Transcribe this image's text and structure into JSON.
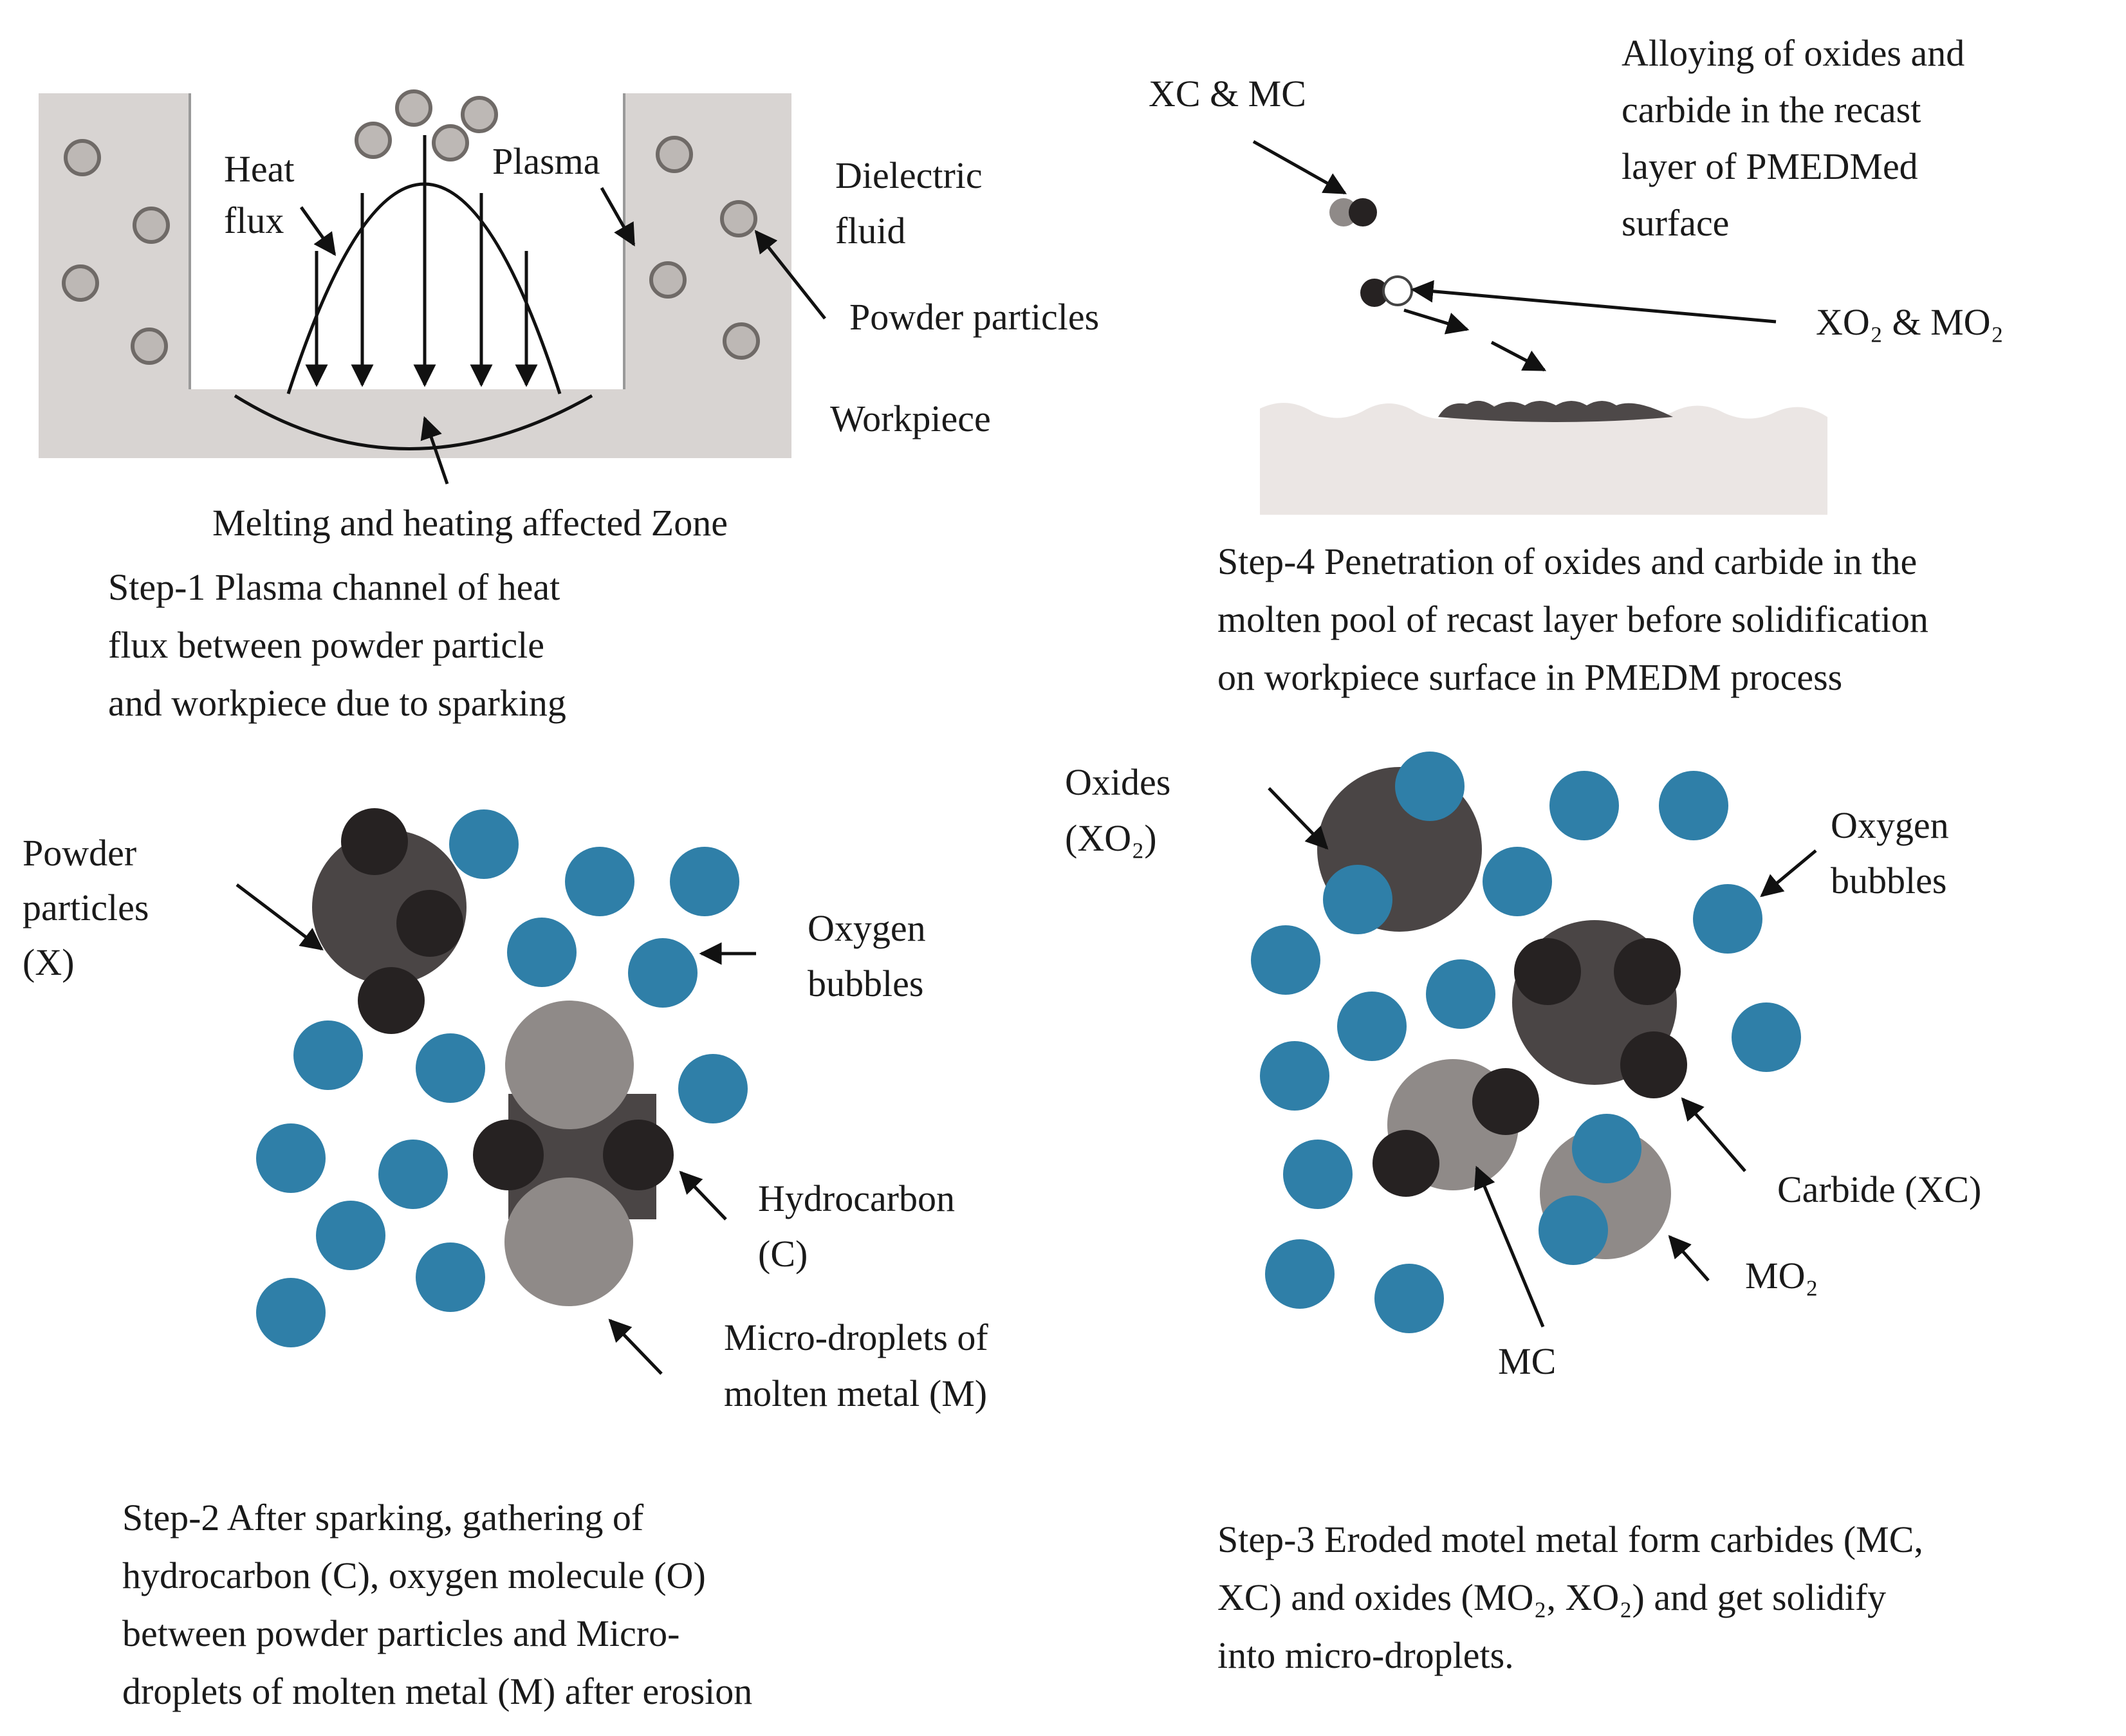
{
  "colors": {
    "fluid": "#d8d4d2",
    "surface": "#ebe6e4",
    "particle_light": "#bdb8b5",
    "particle_rim": "#6f6a67",
    "bubble": "#2f7fa8",
    "powder": "#4a4545",
    "carbon": "#262222",
    "metal": "#8f8a88",
    "line": "#111111"
  },
  "step1": {
    "heat_flux": [
      "Heat",
      "flux"
    ],
    "plasma": "Plasma",
    "dielectric": [
      "Dielectric",
      "fluid"
    ],
    "powder_particles": "Powder particles",
    "workpiece": "Workpiece",
    "melting_zone": "Melting and heating affected Zone",
    "caption": [
      "Step-1 Plasma channel of heat",
      "flux between powder particle",
      "and workpiece due to sparking"
    ]
  },
  "step4": {
    "xc_mc": "XC & MC",
    "alloying": [
      "Alloying of oxides and",
      "carbide in the recast",
      "layer of PMEDMed",
      "surface"
    ],
    "xo2_mo2": "XO₂ & MO₂",
    "caption": [
      "Step-4 Penetration of oxides and carbide in the",
      "molten pool of recast layer before solidification",
      "on workpiece surface in PMEDM process"
    ]
  },
  "step2": {
    "powder_particles": [
      "Powder",
      "particles",
      "(X)"
    ],
    "oxygen_bubbles": [
      "Oxygen",
      "bubbles"
    ],
    "hydrocarbon": [
      "Hydrocarbon",
      "(C)"
    ],
    "micro_droplets": [
      "Micro-droplets of",
      "molten metal (M)"
    ],
    "caption": [
      "Step-2 After sparking, gathering of",
      "hydrocarbon (C), oxygen molecule (O)",
      "between powder particles and Micro-",
      "droplets of molten metal (M) after erosion"
    ]
  },
  "step3": {
    "oxides": [
      "Oxides",
      "(XO₂)"
    ],
    "oxygen_bubbles": [
      "Oxygen",
      "bubbles"
    ],
    "carbide": "Carbide (XC)",
    "mo2": "MO₂",
    "mc": "MC",
    "caption": [
      "Step-3 Eroded motel metal form carbides (MC,",
      "XC) and oxides (MO₂, XO₂) and get solidify",
      "into micro-droplets."
    ]
  }
}
